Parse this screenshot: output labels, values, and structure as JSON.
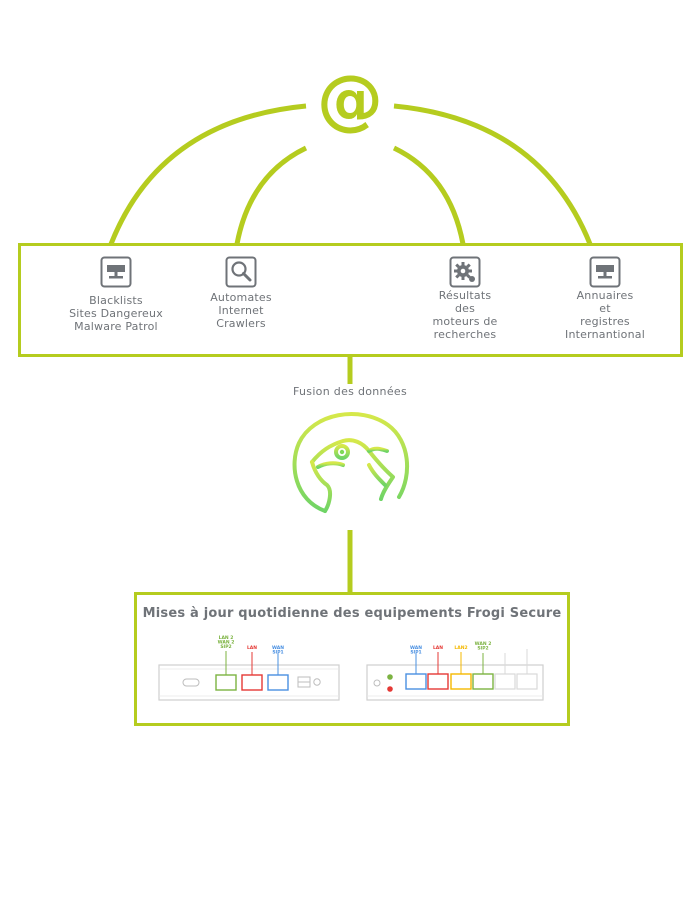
{
  "at_symbol": "@",
  "sources": [
    {
      "label": "Blacklists\nSites Dangereux\nMalware Patrol",
      "icon": "monitor-icon"
    },
    {
      "label": "Automates\nInternet\nCrawlers",
      "icon": "magnifier-icon"
    },
    {
      "label": "Résultats\ndes\nmoteurs de\nrecherches",
      "icon": "gear-icon"
    },
    {
      "label": "Annuaires\net\nregistres\nInternantional",
      "icon": "monitor-icon"
    }
  ],
  "fusion_label": "Fusion des données",
  "logo": "frogi-logo",
  "updates_title": "Mises à jour quotidienne des equipements Frogi Secure",
  "device1": {
    "ports": [
      {
        "label": "LAN 2\nWAN 2\nSIP2",
        "color": "#7cb342"
      },
      {
        "label": "LAN",
        "color": "#e53935"
      },
      {
        "label": "WAN\nSIP1",
        "color": "#4a90e2"
      }
    ]
  },
  "device2": {
    "ports": [
      {
        "label": "WAN\nSIP1",
        "color": "#4a90e2"
      },
      {
        "label": "LAN",
        "color": "#e53935"
      },
      {
        "label": "LAN2",
        "color": "#f5b800"
      },
      {
        "label": "WAN 2\nSIP2",
        "color": "#7cb342"
      }
    ]
  },
  "colors": {
    "accent": "#b5cc1f",
    "text": "#6f7378",
    "logo": "#7ed957"
  }
}
